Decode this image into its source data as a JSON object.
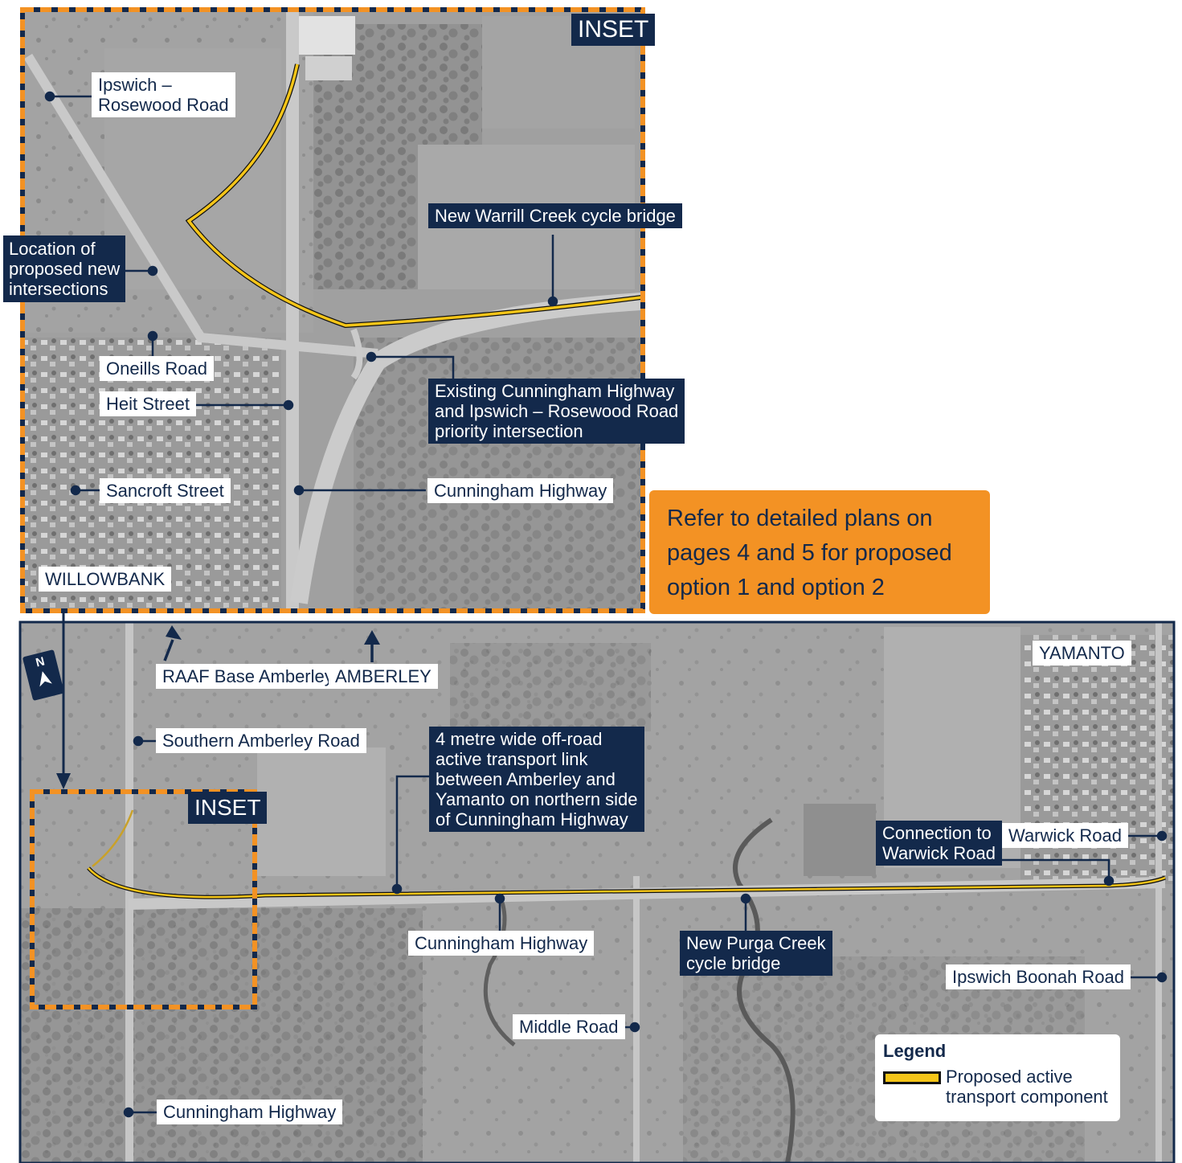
{
  "inset_tag": "INSET",
  "callout": {
    "lines": [
      "Refer to detailed plans on",
      "pages 4 and 5 for proposed",
      "option 1 and option 2"
    ]
  },
  "inset_labels": {
    "ipswich_rosewood_road": [
      "Ipswich –",
      "Rosewood Road"
    ],
    "proposed_intersections": [
      "Location of",
      "proposed new",
      "intersections"
    ],
    "new_warrill_creek_bridge": "New Warrill Creek cycle bridge",
    "oneills_road": "Oneills Road",
    "heit_street": "Heit Street",
    "existing_intersection": [
      "Existing Cunningham Highway",
      "and Ipswich – Rosewood Road",
      "priority intersection"
    ],
    "sancroft_street": "Sancroft Street",
    "cunningham_highway": "Cunningham Highway",
    "willowbank": "WILLOWBANK"
  },
  "main_labels": {
    "raaf_base_amberley": "RAAF Base Amberley",
    "amberley": "AMBERLEY",
    "southern_amberley_road": "Southern Amberley Road",
    "active_transport_link": [
      "4 metre wide off-road",
      "active transport link",
      "between Amberley and",
      "Yamanto on northern side",
      "of Cunningham Highway"
    ],
    "yamanto": "YAMANTO",
    "connection_warwick_road": [
      "Connection to",
      "Warwick Road"
    ],
    "warwick_road": "Warwick Road",
    "cunningham_highway_centre": "Cunningham Highway",
    "new_purga_creek_bridge": [
      "New Purga Creek",
      "cycle bridge"
    ],
    "ipswich_boonah_road": "Ipswich Boonah Road",
    "middle_road": "Middle Road",
    "cunningham_highway_south": "Cunningham Highway"
  },
  "north_arrow": {
    "letter": "N"
  },
  "legend": {
    "title": "Legend",
    "item": [
      "Proposed active",
      "transport component"
    ]
  },
  "colors": {
    "navy": "#13294b",
    "orange": "#f39224",
    "route_yellow": "#f5c518",
    "aerial_grey": "#9c9c9c"
  }
}
